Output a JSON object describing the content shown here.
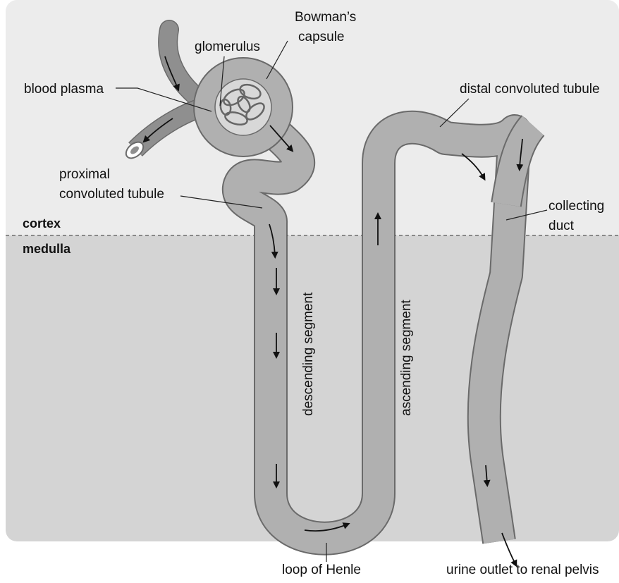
{
  "diagram": {
    "zones": {
      "upper": "cortex",
      "lower": "medulla"
    },
    "labels": {
      "bowmans_capsule_line1": "Bowman’s",
      "bowmans_capsule_line2": "capsule",
      "glomerulus": "glomerulus",
      "blood_plasma": "blood plasma",
      "distal_tubule": "distal convoluted tubule",
      "proximal_line1": "proximal",
      "proximal_line2": "convoluted tubule",
      "collecting_line1": "collecting",
      "collecting_line2": "duct",
      "descending": "descending segment",
      "ascending": "ascending segment",
      "loop_of_henle": "loop of Henle",
      "urine_outlet": "urine outlet to renal pelvis"
    },
    "colors": {
      "cortex_bg": "#ececec",
      "medulla_bg": "#d4d4d4",
      "tubule_fill": "#b0b0b0",
      "vessel_fill": "#8f8f8f",
      "outline": "#6a6a6a",
      "arrow": "#111111"
    }
  }
}
